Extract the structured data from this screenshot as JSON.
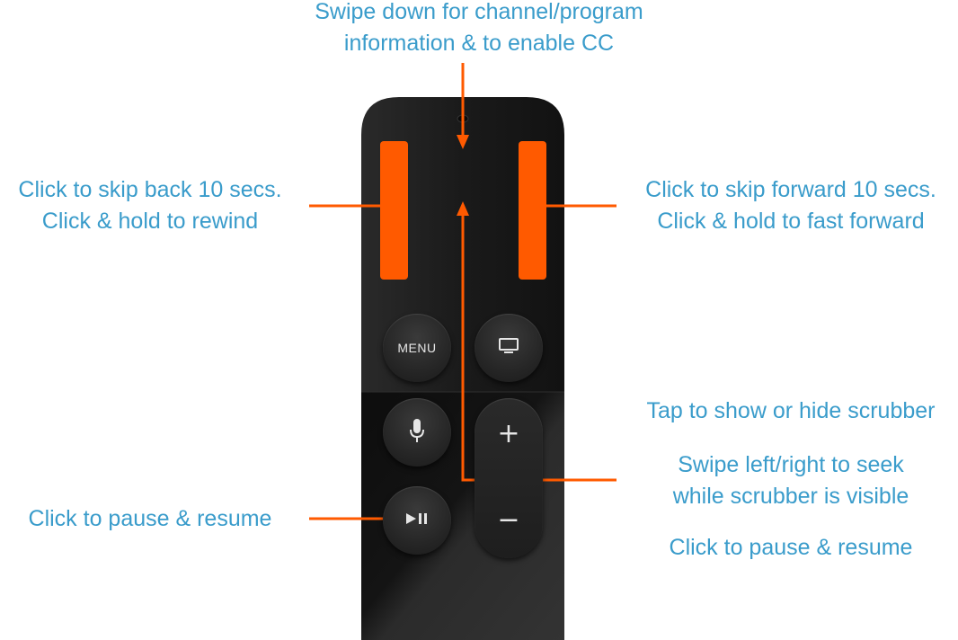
{
  "labels": {
    "swipe_down": [
      "Swipe down for channel/program",
      "information & to enable CC"
    ],
    "skip_back": [
      "Click to skip back 10 secs.",
      "Click & hold to rewind"
    ],
    "skip_forward": [
      "Click to skip forward 10 secs.",
      "Click & hold to fast forward"
    ],
    "tap_scrubber": "Tap to show or hide scrubber",
    "swipe_seek": [
      "Swipe left/right to seek",
      "while scrubber is visible"
    ],
    "click_pause_right": "Click to pause & resume",
    "click_pause_left": "Click to pause & resume"
  },
  "remote": {
    "menu_label": "MENU",
    "play_pause_icon": "play-pause-icon",
    "tv_icon": "tv-icon",
    "mic_icon": "microphone-icon",
    "volume_up": "+",
    "volume_down": "−"
  },
  "colors": {
    "label": "#3a9ccb",
    "highlight": "#ff5a00",
    "remote_body": "#1c1c1c"
  }
}
